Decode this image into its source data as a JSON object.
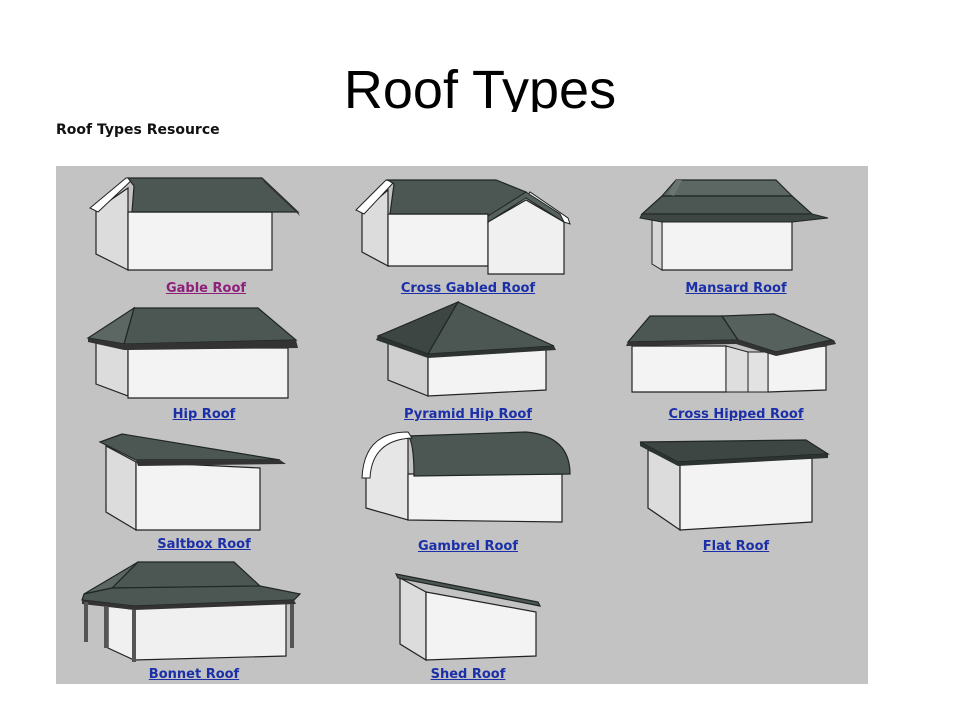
{
  "slide": {
    "title": "Roof Types"
  },
  "resource": {
    "heading": "Roof Types Resource"
  },
  "colors": {
    "link": "#1b2fa8",
    "visited_link": "#8e1f7a",
    "panel": "#c3c3c3",
    "roof": "#4c5754",
    "wall_front": "#f3f3f3",
    "wall_side": "#d6d6d6"
  },
  "roofs": [
    {
      "label": "Gable Roof",
      "visited": true,
      "icon": "gable-roof-icon"
    },
    {
      "label": "Cross Gabled Roof",
      "visited": false,
      "icon": "cross-gabled-roof-icon"
    },
    {
      "label": "Mansard Roof",
      "visited": false,
      "icon": "mansard-roof-icon"
    },
    {
      "label": "Hip Roof",
      "visited": false,
      "icon": "hip-roof-icon"
    },
    {
      "label": "Pyramid Hip Roof",
      "visited": false,
      "icon": "pyramid-hip-roof-icon"
    },
    {
      "label": "Cross Hipped Roof",
      "visited": false,
      "icon": "cross-hipped-roof-icon"
    },
    {
      "label": "Saltbox Roof",
      "visited": false,
      "icon": "saltbox-roof-icon"
    },
    {
      "label": "Gambrel Roof",
      "visited": false,
      "icon": "gambrel-roof-icon"
    },
    {
      "label": "Flat Roof",
      "visited": false,
      "icon": "flat-roof-icon"
    },
    {
      "label": "Bonnet Roof",
      "visited": false,
      "icon": "bonnet-roof-icon"
    },
    {
      "label": "Shed Roof",
      "visited": false,
      "icon": "shed-roof-icon"
    }
  ]
}
